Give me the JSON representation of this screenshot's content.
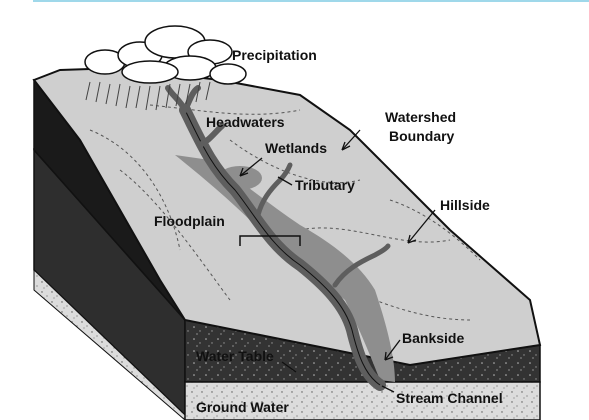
{
  "title": "",
  "labels": {
    "precipitation": "Precipitation",
    "headwaters": "Headwaters",
    "watershed_boundary_line1": "Watershed",
    "watershed_boundary_line2": "Boundary",
    "wetlands": "Wetlands",
    "tributary": "Tributary",
    "hillside": "Hillside",
    "floodplain": "Floodplain",
    "bankside": "Bankside",
    "water_table": "Water Table",
    "ground_water": "Ground Water",
    "stream_channel": "Stream Channel"
  },
  "colors": {
    "rule": "#9fd8ea",
    "land": "#cfcfcf",
    "floodplain": "#8e8e8e",
    "stream": "#6e6e6e",
    "soil": "#3a3a3a",
    "ground_water": "#d8d8d8",
    "outline": "#111111"
  }
}
